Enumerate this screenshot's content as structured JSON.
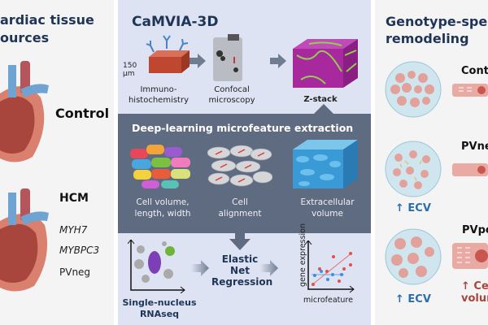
{
  "left": {
    "title_lines": [
      "ardiac tissue",
      "ources"
    ],
    "control": "Control",
    "hcm": "HCM",
    "genes": [
      "MYH7",
      "MYBPC3"
    ],
    "pvneg": "PVneg"
  },
  "center": {
    "title": "CaMVIA-3D",
    "scale": [
      "150",
      "µm"
    ],
    "steps": [
      [
        "Immuno-",
        "histochemistry"
      ],
      [
        "Confocal",
        "microscopy"
      ],
      [
        "Z-stack"
      ]
    ],
    "band_title": "Deep-learning microfeature extraction",
    "features": [
      [
        "Cell volume,",
        "length, width"
      ],
      [
        "Cell",
        "alignment"
      ],
      [
        "Extracellular",
        "volume"
      ]
    ],
    "snrna": [
      "Single-nucleus",
      "RNAseq"
    ],
    "regression": [
      "Elastic",
      "Net",
      "Regression"
    ],
    "plot": {
      "ylabel": "gene expression",
      "xlabel": "microfeature"
    }
  },
  "right": {
    "title_lines": [
      "Genotype-speci",
      "remodeling"
    ],
    "groups": [
      "Control",
      "PVneg",
      "PVpos"
    ],
    "ecv": "ECV",
    "cell_volume": [
      "Cel",
      "volum"
    ]
  },
  "colors": {
    "title": "#1f3556",
    "band": "#5f6b80",
    "center_bg": "#dde3f2",
    "side_bg": "#f5f4f4",
    "ecv": "#2a6db0",
    "cell": "#a8453c"
  }
}
